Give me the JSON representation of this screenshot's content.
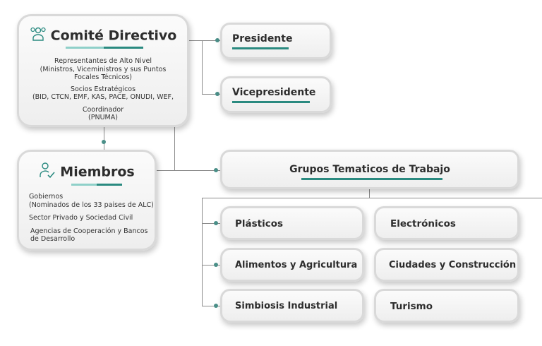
{
  "comite": {
    "title": "Comité Directivo",
    "rep_title": "Representantes de Alto Nivel",
    "rep_detail_1": "(Ministros, Viceministros y sus Puntos",
    "rep_detail_2": "Focales Técnicos)",
    "socios_title": "Socios Estratégicos",
    "socios_detail": "(BID, CTCN, EMF, KAS, PACE, ONUDI, WEF,",
    "coord_title": "Coordinador",
    "coord_detail": "(PNUMA)",
    "icon": "people-icon"
  },
  "miembros": {
    "title": "Miembros",
    "gobiernos": "Gobiernos",
    "gobiernos_detail": "(Nominados de los 33 paises de ALC)",
    "sector": "Sector Privado y Sociedad Civil",
    "agencias_1": "Agencias de Cooperación y Bancos",
    "agencias_2": "de Desarrollo",
    "icon": "person-check-icon"
  },
  "roles": {
    "presidente": "Presidente",
    "vicepresidente": "Vicepresidente"
  },
  "grupos": {
    "title": "Grupos Tematicos de Trabajo",
    "items": [
      "Plásticos",
      "Electrónicos",
      "Alimentos y Agricultura",
      "Ciudades y Construcción",
      "Simbiosis Industrial",
      "Turismo"
    ]
  },
  "colors": {
    "accent": "#2a8a80",
    "accent_light": "#8fd0c9",
    "connector": "#8a8a8a"
  }
}
